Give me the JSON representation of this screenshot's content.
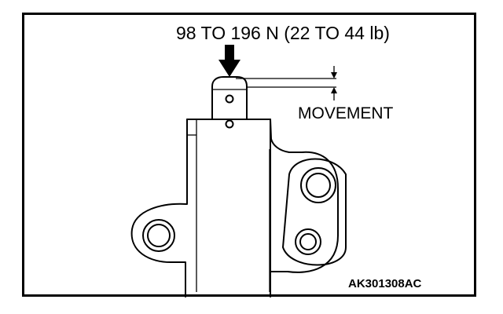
{
  "diagram": {
    "force_label": "98 TO 196 N (22 TO 44 lb)",
    "movement_label": "MOVEMENT",
    "code": "AK301308AC"
  },
  "colors": {
    "ink": "#000000",
    "background": "#ffffff"
  }
}
